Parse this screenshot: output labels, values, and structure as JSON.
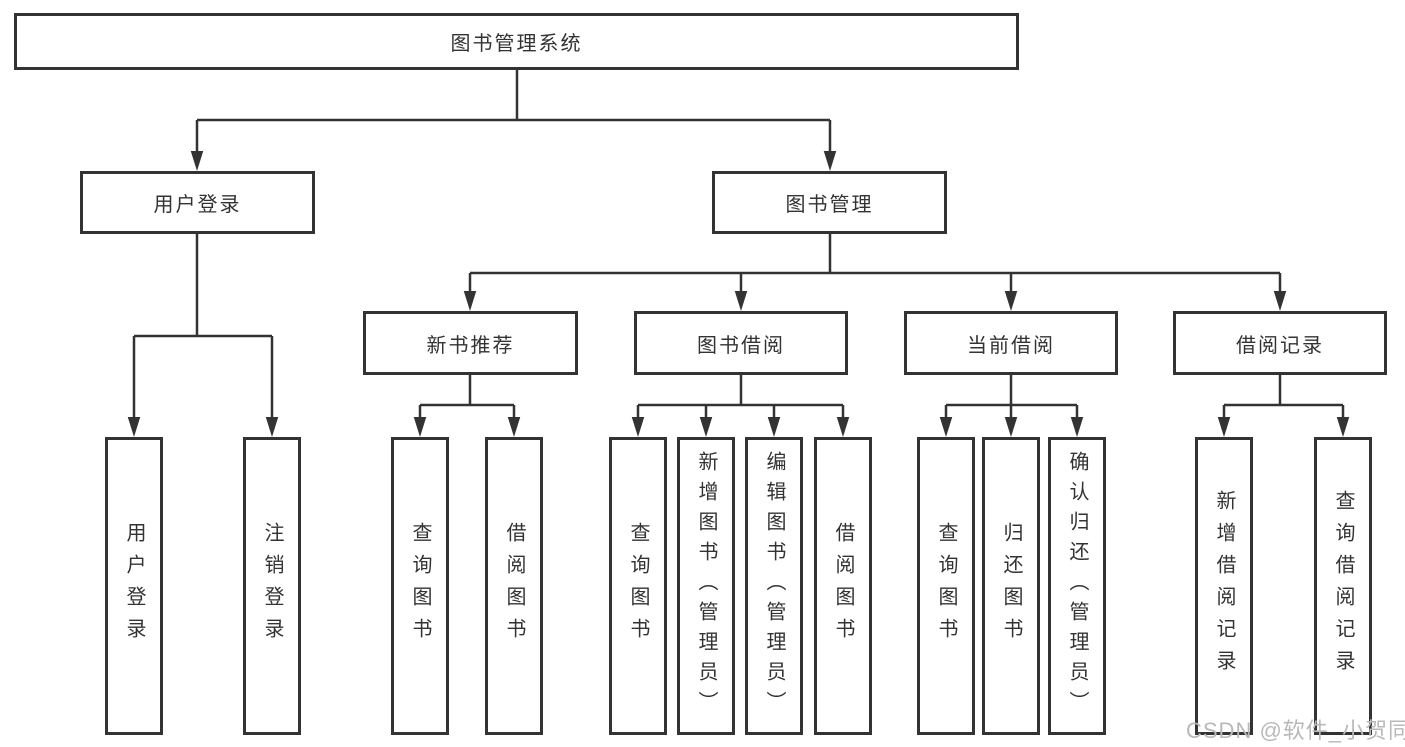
{
  "diagram": {
    "root": {
      "label": "图书管理系统"
    },
    "level2": {
      "user_login": {
        "label": "用户登录"
      },
      "book_management": {
        "label": "图书管理"
      }
    },
    "level3": {
      "new_book_recommend": {
        "label": "新书推荐"
      },
      "book_borrow": {
        "label": "图书借阅"
      },
      "current_borrow": {
        "label": "当前借阅"
      },
      "borrow_records": {
        "label": "借阅记录"
      }
    },
    "leaves": {
      "user": [
        "用户登录",
        "注销登录"
      ],
      "recommend": [
        "查询图书",
        "借阅图书"
      ],
      "borrow": [
        "查询图书",
        "新增图书（管理员）",
        "编辑图书（管理员）",
        "借阅图书"
      ],
      "current": [
        "查询图书",
        "归还图书",
        "确认归还（管理员）"
      ],
      "records": [
        "新增借阅记录",
        "查询借阅记录"
      ]
    }
  },
  "watermark": "CSDN @软件_小贺同学",
  "colors": {
    "line": "#333333",
    "text": "#333333",
    "box_background": "#ffffff",
    "watermark": "#b9b9b9"
  }
}
